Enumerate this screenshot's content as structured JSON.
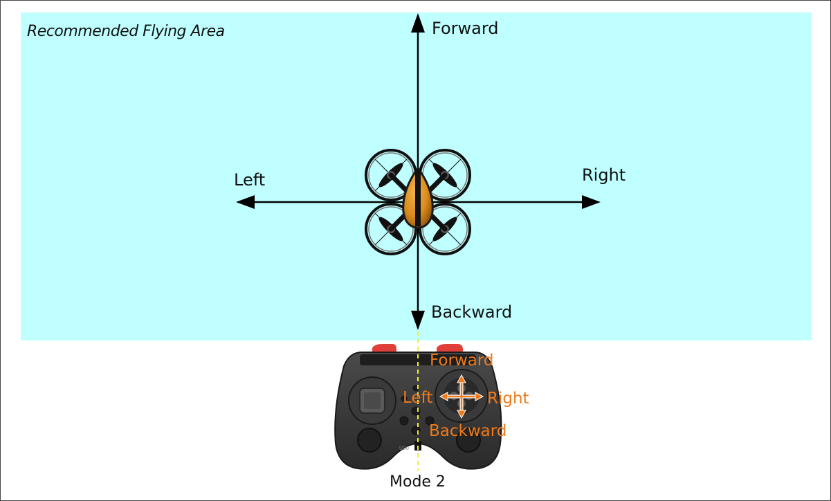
{
  "area": {
    "title": "Recommended Flying Area",
    "color": "#bfffff"
  },
  "drone_directions": {
    "forward": "Forward",
    "backward": "Backward",
    "left": "Left",
    "right": "Right"
  },
  "stick_directions": {
    "forward": "Forward",
    "backward": "Backward",
    "left": "Left",
    "right": "Right",
    "color": "#f07a1a"
  },
  "controller": {
    "mode_label": "Mode 2",
    "markings": "U30"
  },
  "icons": [
    "quadcopter-drone-icon",
    "remote-controller-icon",
    "direction-arrow-icon"
  ]
}
